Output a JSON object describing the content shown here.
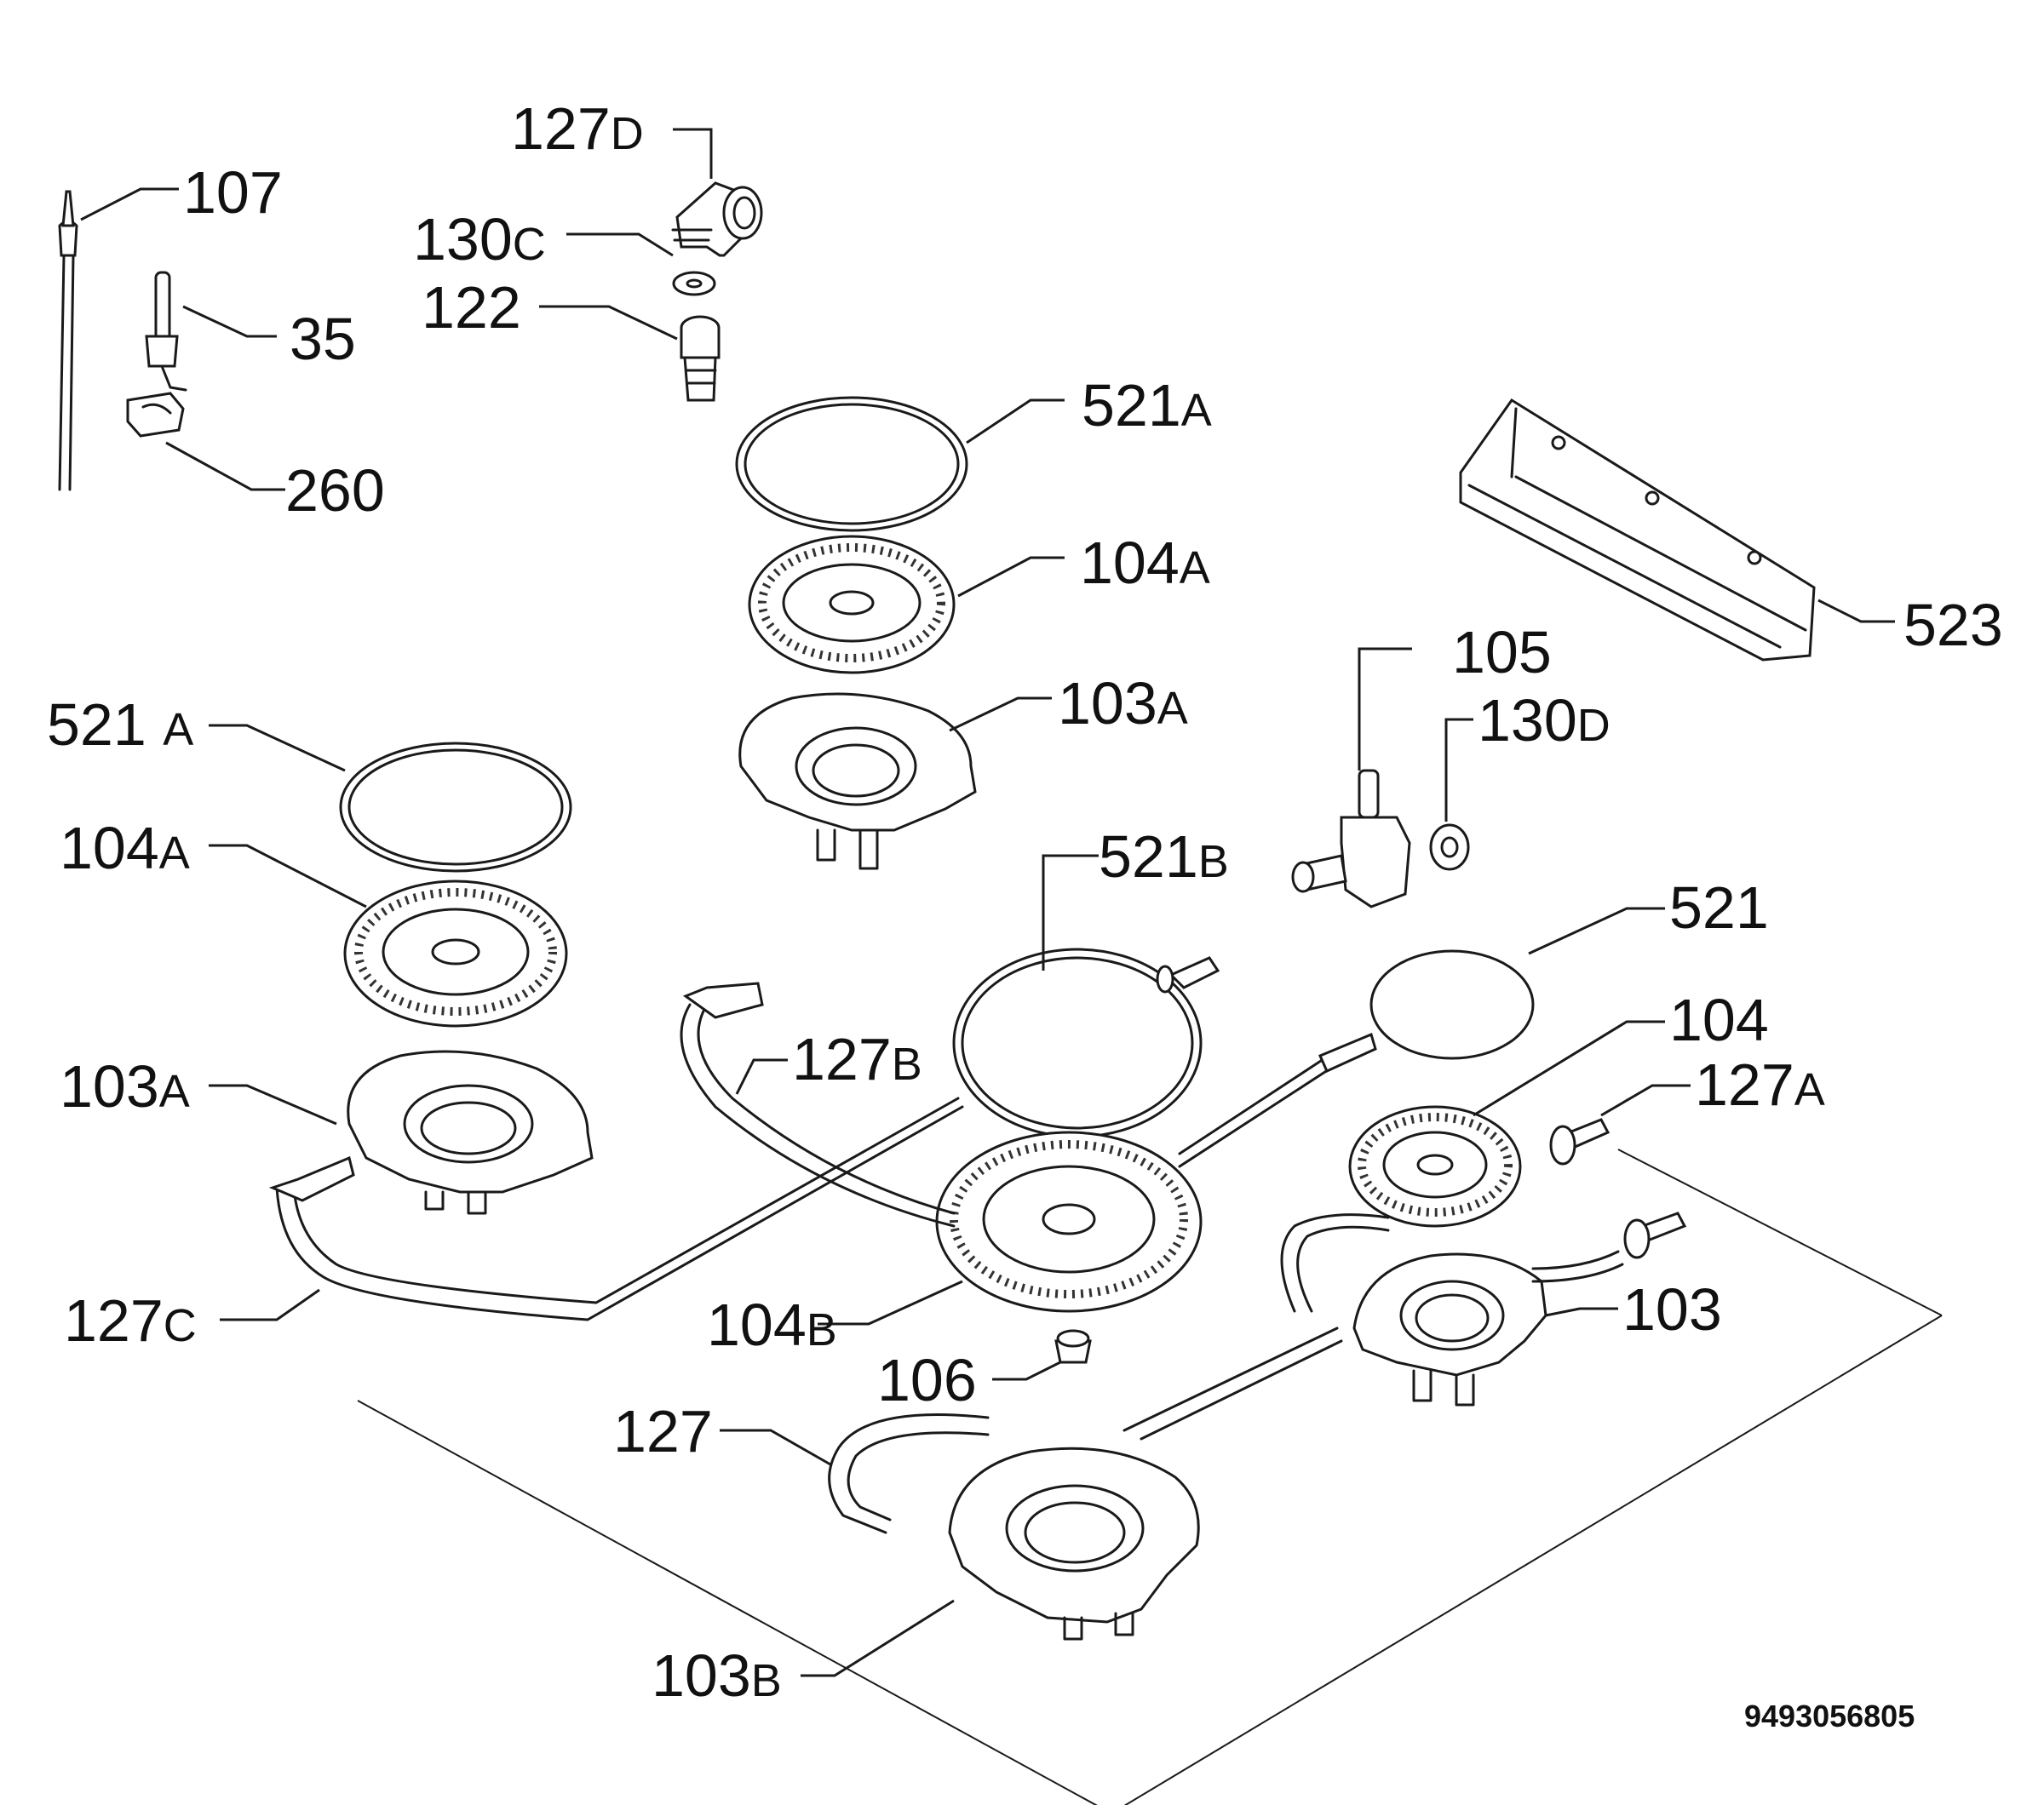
{
  "diagram_code": "9493056805",
  "labels": [
    {
      "num": "127",
      "suf": "D"
    },
    {
      "num": "107",
      "suf": ""
    },
    {
      "num": "130",
      "suf": "C"
    },
    {
      "num": "122",
      "suf": ""
    },
    {
      "num": "35",
      "suf": ""
    },
    {
      "num": "260",
      "suf": ""
    },
    {
      "num": "521",
      "suf": "A"
    },
    {
      "num": "104",
      "suf": "A"
    },
    {
      "num": "103",
      "suf": "A"
    },
    {
      "num": "523",
      "suf": ""
    },
    {
      "num": "105",
      "suf": ""
    },
    {
      "num": "130",
      "suf": "D"
    },
    {
      "num": "521 ",
      "suf": "A"
    },
    {
      "num": "104",
      "suf": "A"
    },
    {
      "num": "521",
      "suf": "B"
    },
    {
      "num": "521",
      "suf": ""
    },
    {
      "num": "104",
      "suf": ""
    },
    {
      "num": "127",
      "suf": "B"
    },
    {
      "num": "127",
      "suf": "A"
    },
    {
      "num": "103",
      "suf": "A"
    },
    {
      "num": "103",
      "suf": ""
    },
    {
      "num": "127",
      "suf": "C"
    },
    {
      "num": "104",
      "suf": "B"
    },
    {
      "num": "106",
      "suf": ""
    },
    {
      "num": "127",
      "suf": ""
    },
    {
      "num": "103",
      "suf": "B"
    }
  ]
}
